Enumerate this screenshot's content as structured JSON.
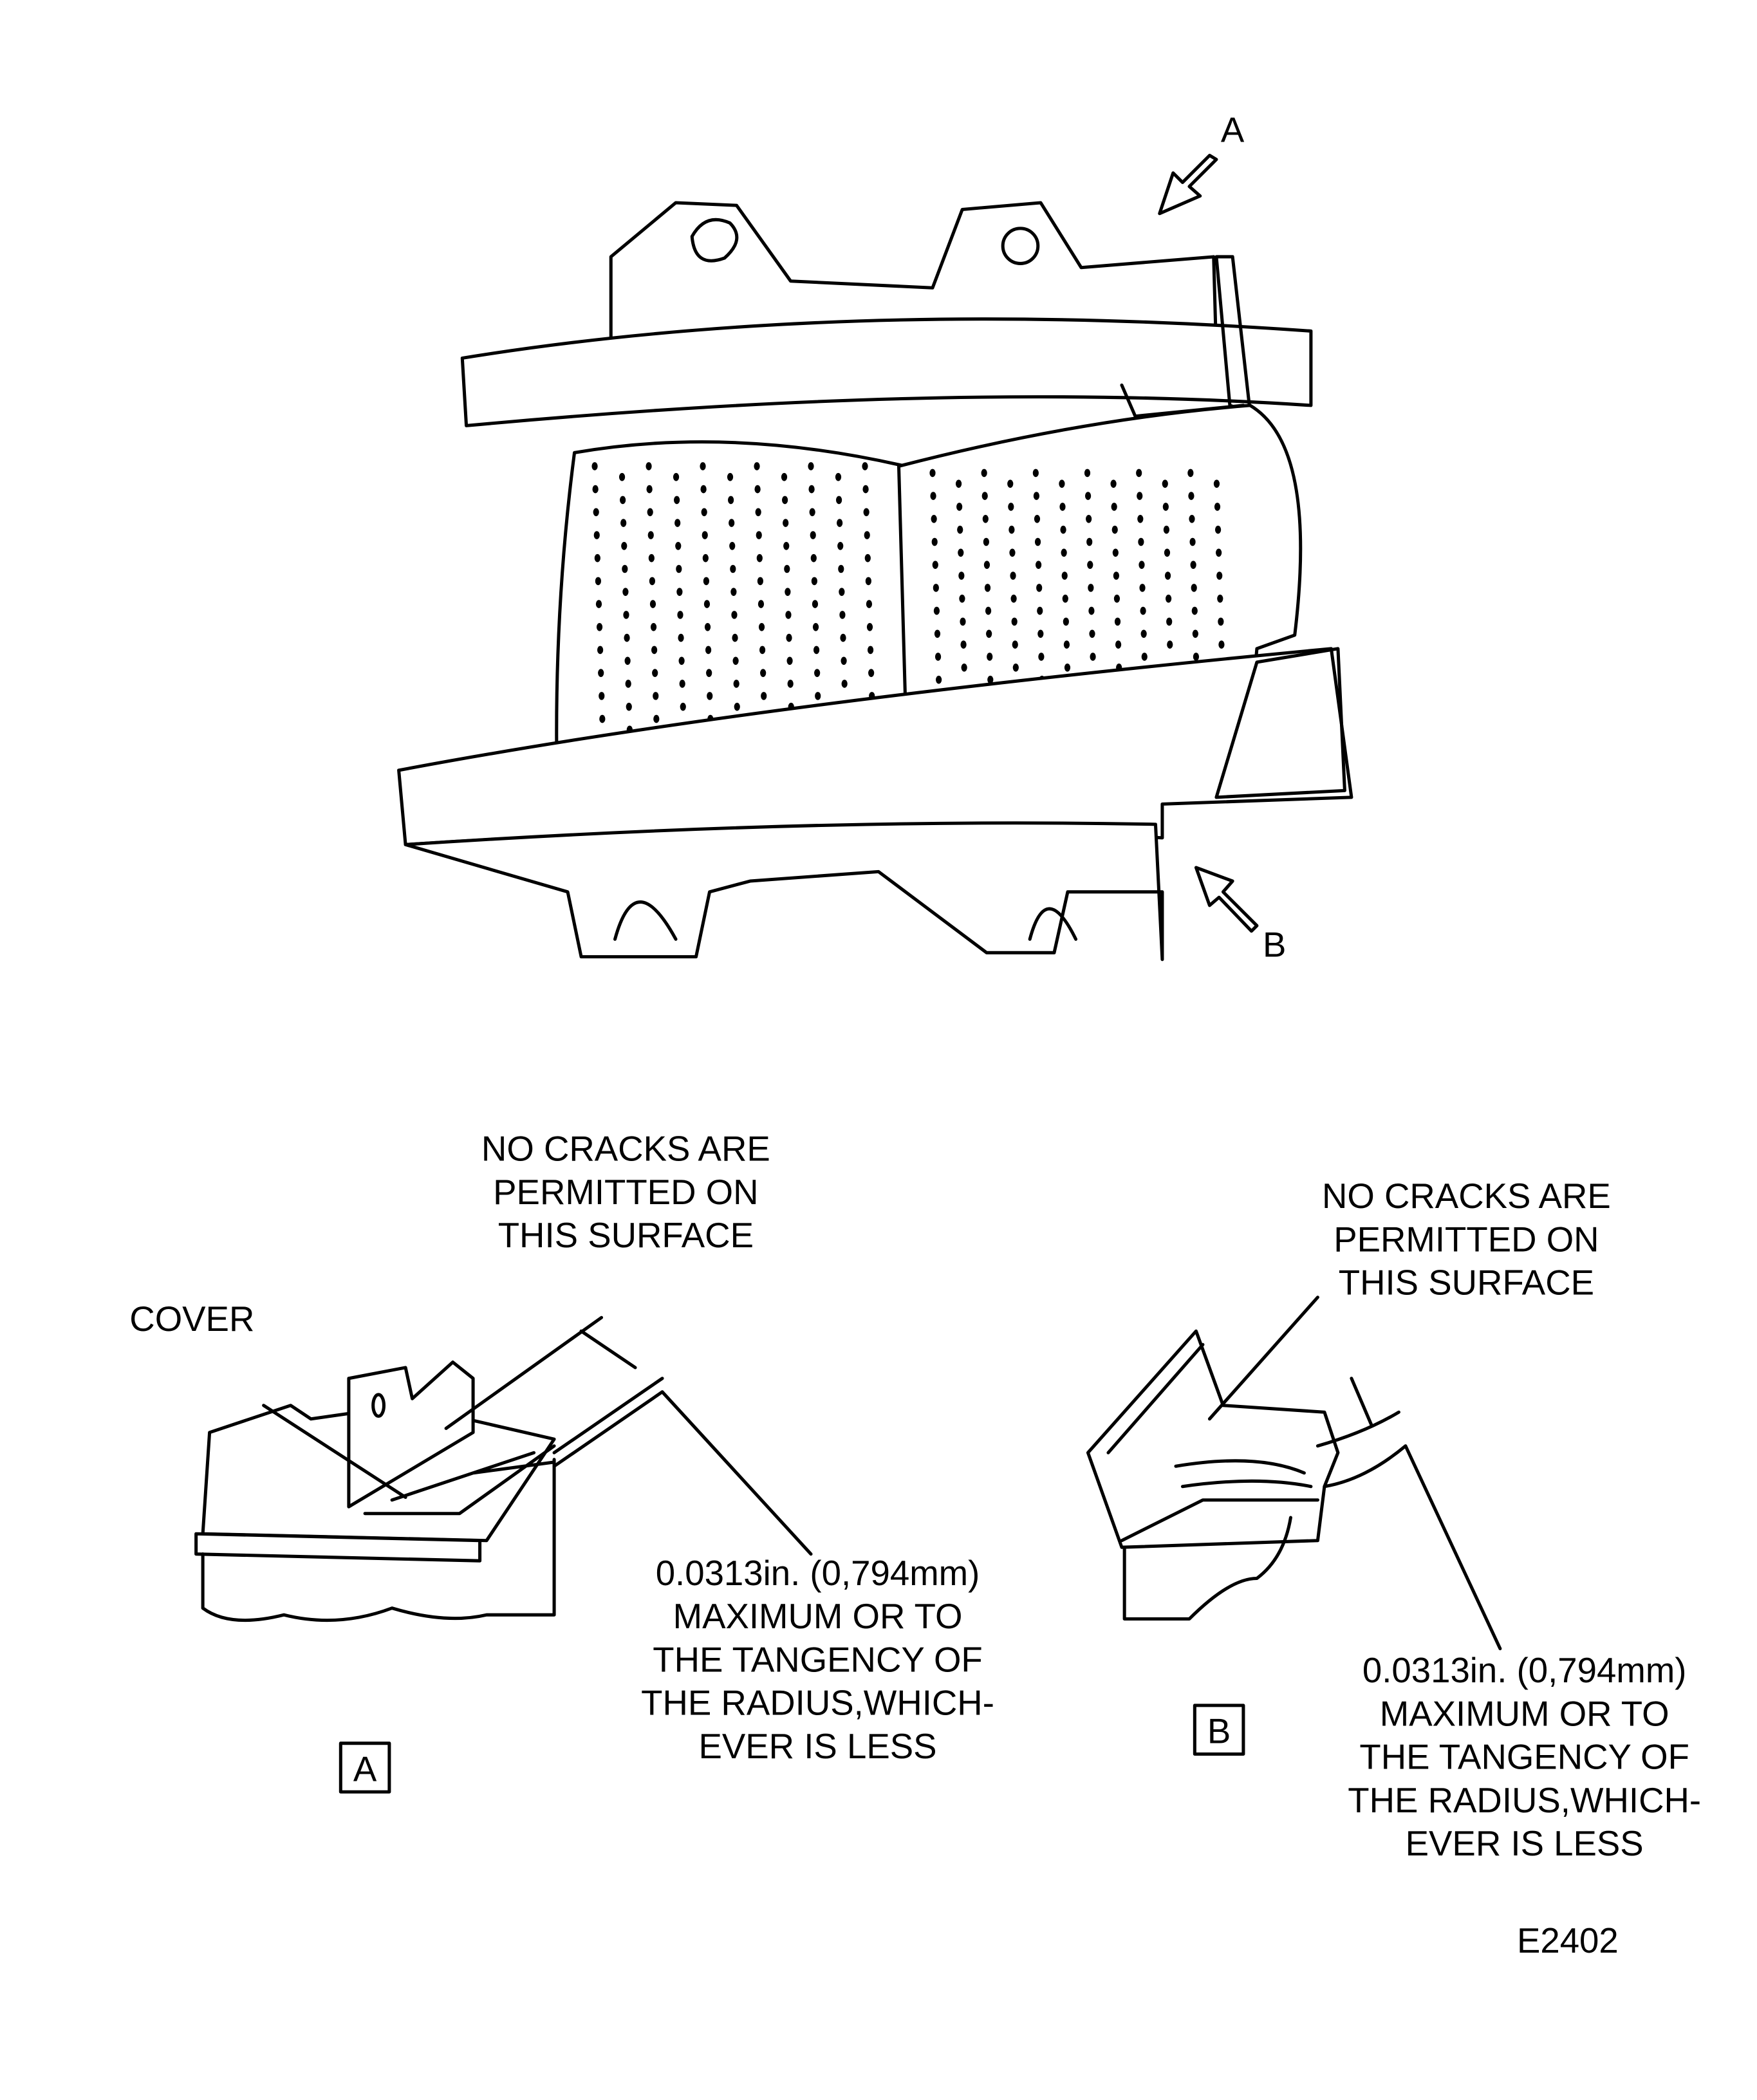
{
  "figure_id": "E2402",
  "view_labels": {
    "a": "A",
    "b": "B"
  },
  "detail_a": {
    "box_label": "A",
    "cover_label": "COVER",
    "no_cracks": [
      "NO CRACKS ARE",
      "PERMITTED ON",
      "THIS SURFACE"
    ],
    "dimension": [
      "0.0313in. (0,794mm)",
      "MAXIMUM OR TO",
      "THE TANGENCY OF",
      "THE RADIUS,WHICH-",
      "EVER IS LESS"
    ]
  },
  "detail_b": {
    "box_label": "B",
    "no_cracks": [
      "NO CRACKS ARE",
      "PERMITTED ON",
      "THIS SURFACE"
    ],
    "dimension": [
      "0.0313in. (0,794mm)",
      "MAXIMUM OR TO",
      "THE TANGENCY OF",
      "THE RADIUS,WHICH-",
      "EVER IS LESS"
    ]
  }
}
